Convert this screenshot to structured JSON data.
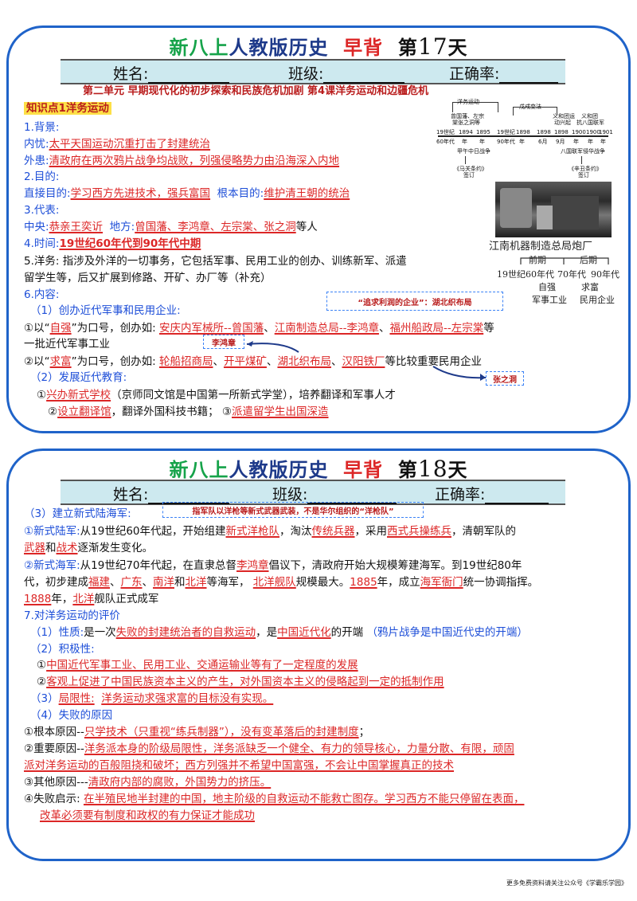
{
  "card1": {
    "title": {
      "a": "新八上",
      "b": "人教版",
      "c": "历史",
      "d": "早背",
      "e": "第",
      "num": "17",
      "f": "天"
    },
    "namebar": {
      "name": "姓名:",
      "class": "班级:",
      "rate": "正确率:"
    },
    "unit": "第二单元 早期现代化的初步探索和民族危机加剧 第4课洋务运动和边疆危机",
    "kp": "知识点1洋务运动",
    "l1": "1.背景:",
    "l2a": "内忧:",
    "l2b": "太平天国运动沉重打击了封建统治",
    "l3a": "外患:",
    "l3b": "清政府在两次鸦片战争均战败，列强侵略势力由沿海深入内地",
    "l4": "2.目的:",
    "l5a": "直接目的:",
    "l5b": "学习西方先进技术，强兵富国",
    "l5c": "根本目的:",
    "l5d": "维护清王朝的统治",
    "l6": "3.代表:",
    "l7a": "中央:",
    "l7b": "恭亲王奕䜣",
    "l7c": "地方:",
    "l7d": "曾国藩、李鸿章、左宗棠、张之洞",
    "l7e": "等人",
    "l8a": "4.时间:",
    "l8b": "19世纪60年代到90年代中期",
    "l9": "5.洋务: 指涉及外洋的一切事务，它包括军事、民用工业的创办、训练新军、派遣",
    "l10": "留学生等，后又扩展到修路、开矿、办厂等（补充）",
    "l11": "6.内容:",
    "l12": "（1）创办近代军事和民用企业:",
    "l13a": "①以“",
    "l13b": "自强",
    "l13c": "”为口号，创办如:",
    "l13d": "安庆内军械所--曾国藩",
    "l13e": "、",
    "l13f": "江南制造总局--李鸿章",
    "l13g": "福州船政局--左宗棠",
    "l13h": "等",
    "l14": "一批近代军事工业",
    "l15a": "②以“",
    "l15b": "求富",
    "l15c": "”为口号，创办如:",
    "l15d": "轮船招商局",
    "l15e": "开平煤矿",
    "l15f": "湖北织布局",
    "l15g": "汉阳铁厂",
    "l15h": "等比较重要民用企业",
    "l16": "（2）发展近代教育:",
    "l17a": "①",
    "l17b": "兴办新式学校",
    "l17c": "（京师同文馆是中国第一所新式学堂），培养翻译和军事人才",
    "l18a": "②",
    "l18b": "设立翻译馆",
    "l18c": "，翻译外国科技书籍；",
    "l18d": "③",
    "l18e": "派遣留学生出国深造",
    "note1": "“追求利润的企业”：湖北织布局",
    "note2": "李鸿章",
    "note3": "张之洞",
    "timeline": {
      "top1": "洋务运动",
      "top2": "戊戌变法",
      "mid1": "曾国藩、左宗",
      "mid2": "棠张之洞等",
      "mid3": "义和团运",
      "mid4": "动兴起",
      "mid5": "义和团",
      "mid6": "抗八国联军",
      "t1": "19世纪",
      "t1b": "60年代",
      "t2": "1894",
      "t2b": "年",
      "t3": "1895",
      "t3b": "年",
      "t4": "19世纪",
      "t4b": "90年代",
      "t5": "1898",
      "t5b": "年",
      "t6": "1898",
      "t6b": "6月",
      "t7": "1898",
      "t7b": "9月",
      "t8": "1900",
      "t8b": "年",
      "t9": "1900",
      "t9b": "年",
      "t10": "1901",
      "t10b": "年",
      "bot1": "甲午中日战争",
      "bot2": "八国联军侵华战争",
      "bot3": "《马关条约》",
      "bot4": "签订",
      "bot5": "《辛丑条约》",
      "bot6": "签订"
    },
    "photo_caption": "江南机器制造总局炮厂",
    "hand": {
      "a": "前期",
      "b": "后期",
      "c": "19世纪60年代",
      "d": "70年代",
      "e": "90年代",
      "f": "自强",
      "g": "求富",
      "h": "军事工业",
      "i": "民用企业"
    }
  },
  "card2": {
    "title": {
      "a": "新八上",
      "b": "人教版",
      "c": "历史",
      "d": "早背",
      "e": "第",
      "num": "18",
      "f": "天"
    },
    "namebar": {
      "name": "姓名:",
      "class": "班级:",
      "rate": "正确率:"
    },
    "l1": "（3）建立新式陆海军:",
    "note4": "指军队以洋枪等新式武器武装，不是华尔组织的“洋枪队”",
    "l2a": "①新式陆军:",
    "l2b": "从19世纪60年代起，开始组建",
    "l2c": "新式洋枪队",
    "l2d": "，淘汰",
    "l2e": "传统兵器",
    "l2f": "，采用",
    "l2g": "西式兵操练兵",
    "l2h": "，清朝军队的",
    "l3a": "武器",
    "l3b": "和",
    "l3c": "战术",
    "l3d": "逐渐发生变化。",
    "l4a": "②新式海军:",
    "l4b": "从19世纪70年代起，在直隶总督",
    "l4c": "李鸿章",
    "l4d": "倡议下，清政府开始大规模筹建海军。到19世纪80年",
    "l5a": "代，初步建成",
    "l5b": "福建",
    "l5c": "、",
    "l5d": "广东",
    "l5e": "、",
    "l5f": "南洋",
    "l5g": "和",
    "l5h": "北洋",
    "l5i": "等海军，",
    "l5j": "北洋舰队",
    "l5k": "规模最大。",
    "l5l": "1885",
    "l5m": "年，成立",
    "l5n": "海军衙门",
    "l5o": "统一协调指挥。",
    "l6a": "1888",
    "l6b": "年，",
    "l6c": "北洋",
    "l6d": "舰队正式成军",
    "l7": "7.对洋务运动的评价",
    "l8a": "（1）性质:",
    "l8b": "是一次",
    "l8c": "失败的封建统治者的自救运动",
    "l8d": "，是",
    "l8e": "中国近代化",
    "l8f": "的开端",
    "l8g": "（鸦片战争是中国近代史的开端）",
    "l9": "（2）积极性:",
    "l10a": "①",
    "l10b": "中国近代军事工业、民用工业、交通运输业等有了一定程度的发展",
    "l11a": "②",
    "l11b": "客观上促进了中国民族资本主义的产生，对外国资本主义的侵略起到一定的抵制作用",
    "l12a": "（3）",
    "l12b": "局限性:",
    "l12c": "洋务运动求强求富的目标没有实现。",
    "l13": "（4）失败的原因",
    "l14a": "①根本原因--",
    "l14b": "只学技术（只重视“练兵制器”），没有变革落后的封建制度",
    "l14c": "；",
    "l15a": "②重要原因--",
    "l15b": "洋务派本身的阶级局限性，洋务派缺乏一个健全、有力的领导核心，力量分散、有限，顽固",
    "l16": "派对洋务运动的百般阻挠和破坏；西方列强并不希望中国富强，不会让中国掌握真正的技术",
    "l17a": "③其他原因---",
    "l17b": "清政府内部的腐败，外国势力的挤压。",
    "l18a": "④失败启示:",
    "l18b": "在半殖民地半封建的中国，地主阶级的自救运动不能救亡图存。学习西方不能只停留在表面，",
    "l19": "改革必须要有制度和政权的有力保证才能成功"
  },
  "footer": "更多免费资料请关注公众号《学霸乐学园》"
}
